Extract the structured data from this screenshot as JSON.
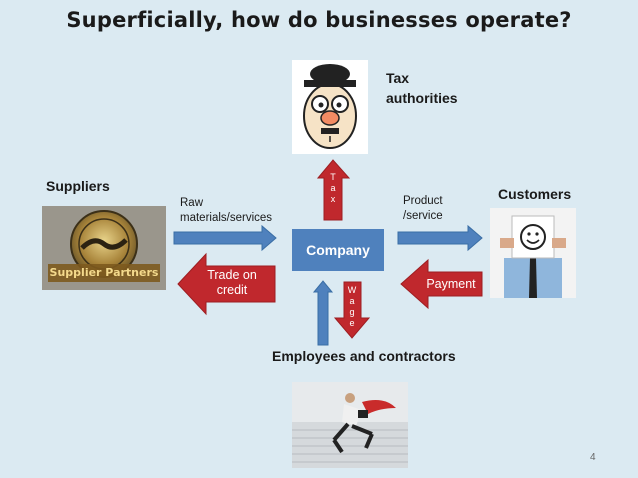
{
  "title": "Superficially, how do businesses operate?",
  "nodes": {
    "company": "Company",
    "tax": [
      "Tax",
      "authorities"
    ],
    "suppliers": "Suppliers",
    "customers": "Customers",
    "employees": "Employees and contractors"
  },
  "flows": {
    "raw_materials": [
      "Raw",
      "materials/services"
    ],
    "product": [
      "Product",
      "/service"
    ],
    "trade_credit": [
      "Trade on",
      "credit"
    ],
    "payment": "Payment",
    "tax_letters": [
      "T",
      "a",
      "x"
    ],
    "wage_letters": [
      "W",
      "a",
      "g",
      "e"
    ]
  },
  "images": {
    "supplier_logo_text": "Supplier Partners"
  },
  "page_number": "4",
  "colors": {
    "background": "#dbeaf2",
    "blue_arrow": "#4f81bd",
    "red_arrow": "#c0282d",
    "company_box": "#4f81bd"
  }
}
